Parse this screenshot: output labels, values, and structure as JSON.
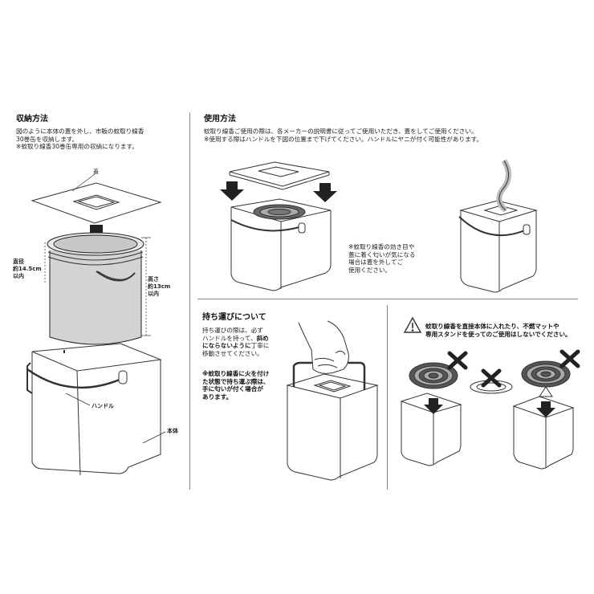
{
  "storage": {
    "title": "収納方法",
    "body": "図のように本体の蓋を外し、市販の蚊取り線香\n30巻缶を収納します。\n※蚊取り線香30巻缶専用の収納になります。",
    "label_lid": "蓋",
    "label_diameter": "直径\n約14.5cm\n以内",
    "label_height": "高さ\n約13cm\n以内",
    "label_handle": "ハンドル",
    "label_body": "本体"
  },
  "usage": {
    "title": "使用方法",
    "body": "蚊取り線香ご使用の際は、各メーカーの説明書に従ってご使用いただき、蓋をしてご使用ください。\n※使用する際はハンドルを下図の位置まで下げてください。ハンドルにヤニが付く可能性があります。",
    "note": "※蚊取り線香の効き目や\n蓋に着く匂いが気になる\n場合は蓋を外してご\n使用ください。"
  },
  "carry": {
    "title": "持ち運びについて",
    "body_1": "持ち運びの際は、必ず\nハンドルを持って、",
    "body_bold": "斜め\nにならないように",
    "body_2": "丁寧に\n移動させてください。",
    "warn": "※蚊取り線香に火を付け\nた状態で持ち運ぶ際は、\n手に匂いが付く場合が\nあります。"
  },
  "caution": {
    "text": "蚊取り線香を直接本体に入れたり、不燃マットや\n専用スタンドを使ってのご使用はしないでください。"
  }
}
